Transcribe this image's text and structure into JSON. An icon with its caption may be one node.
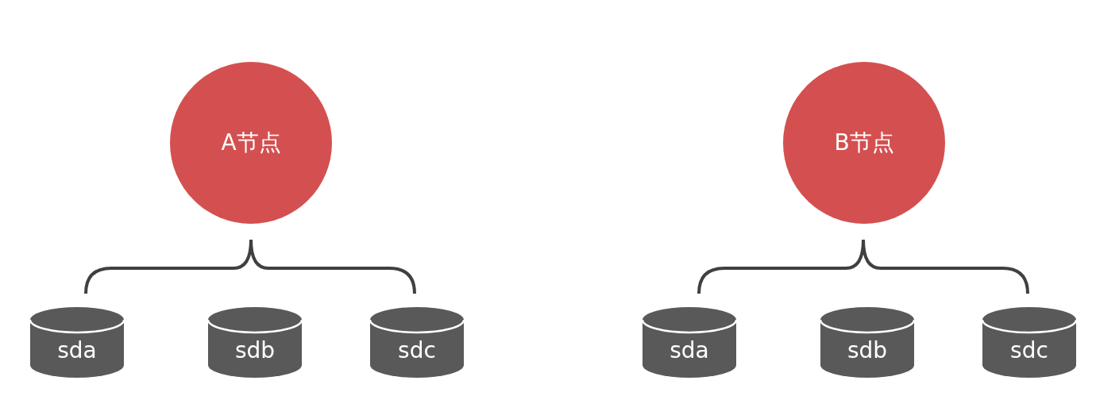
{
  "diagram": {
    "nodes": [
      {
        "text": [
          "A节点"
        ]
      },
      {
        "text": [
          "sda"
        ]
      },
      {
        "text": [
          "sdb"
        ]
      },
      {
        "text": [
          "sdc"
        ]
      },
      {
        "text": [
          "B节点"
        ]
      },
      {
        "text": [
          "sda"
        ]
      },
      {
        "text": [
          "sdb"
        ]
      },
      {
        "text": [
          "sdc"
        ]
      }
    ]
  }
}
